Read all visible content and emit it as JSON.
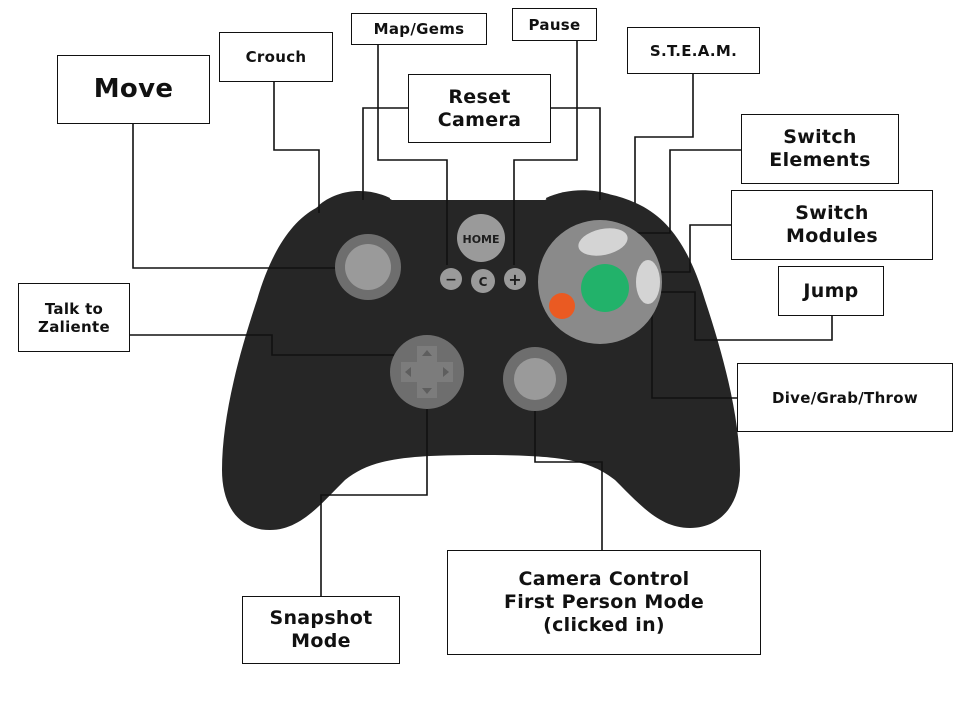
{
  "labels": {
    "move": "Move",
    "crouch": "Crouch",
    "map_gems": "Map/Gems",
    "pause": "Pause",
    "steam": "S.T.E.A.M.",
    "reset_camera": "Reset\nCamera",
    "switch_elements": "Switch\nElements",
    "switch_modules": "Switch\nModules",
    "jump": "Jump",
    "talk_to_zaliente": "Talk to\nZaliente",
    "dive_grab_throw": "Dive/Grab/Throw",
    "camera_control": "Camera Control\nFirst Person Mode\n(clicked in)",
    "snapshot_mode": "Snapshot\nMode"
  },
  "controller": {
    "home_label": "HOME",
    "center_label": "C",
    "minus_label": "−",
    "plus_label": "+"
  },
  "colors": {
    "body": "#262626",
    "stick": "#9a9a9a",
    "stick_ring": "#6e6e6e",
    "face_area": "#8a8a8a",
    "jump_button": "#22b26a",
    "dive_button": "#ea5a22",
    "line": "#111111",
    "label_border": "#111111"
  }
}
